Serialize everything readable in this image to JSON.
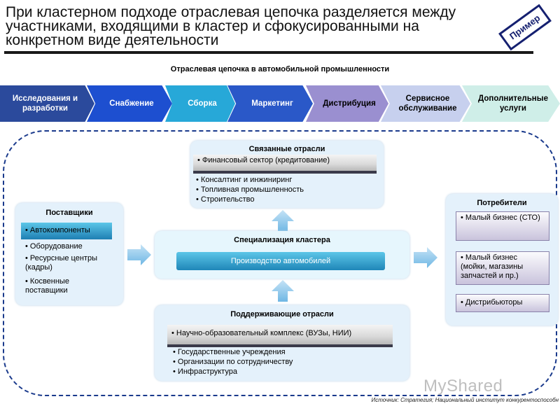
{
  "title": "При кластерном подходе отраслевая цепочка разделяется между участниками, входящими в кластер и сфокусированными на конкретном виде деятельности",
  "stamp": "Пример",
  "subtitle": "Отраслевая цепочка в автомобильной промышленности",
  "chain": [
    {
      "label": "Исследования и разработки",
      "color": "#2b4a9c"
    },
    {
      "label": "Снабжение",
      "color": "#1d4fd0"
    },
    {
      "label": "Сборка",
      "color": "#27a8d8"
    },
    {
      "label": "Маркетинг",
      "color": "#2a58c8"
    },
    {
      "label": "Дистрибуция",
      "color": "#9a8fd0"
    },
    {
      "label": "Сервисное обслуживание",
      "color": "#c7d0ee"
    },
    {
      "label": "Дополнительные услуги",
      "color": "#cfeee8"
    }
  ],
  "related": {
    "title": "Связанные отрасли",
    "highlight": "Финансовый сектор (кредитование)",
    "items": [
      "Консалтинг и инжиниринг",
      "Топливная промышленность",
      "Строительство"
    ]
  },
  "suppliers": {
    "title": "Поставщики",
    "highlight": "Автокомпоненты",
    "items": [
      "Оборудование",
      "Ресурсные центры (кадры)",
      "Косвенные поставщики"
    ]
  },
  "cluster": {
    "title": "Специализация кластера",
    "core": "Производство автомобилей"
  },
  "consumers": {
    "title": "Потребители",
    "items": [
      "Малый бизнес (СТО)",
      "Малый бизнес (мойки, магазины запчастей и пр.)",
      "Дистрибьюторы"
    ]
  },
  "supporting": {
    "title": "Поддерживающие отрасли",
    "highlight": "Научно-образовательный комплекс (ВУЗы, НИИ)",
    "items": [
      "Государственные учреждения",
      "Организации по сотрудничеству",
      "Инфраструктура"
    ]
  },
  "bullet": "•",
  "credit": "Источник: Стратегия; Национальный институт конкурентоспособн",
  "watermark": "MyShared"
}
